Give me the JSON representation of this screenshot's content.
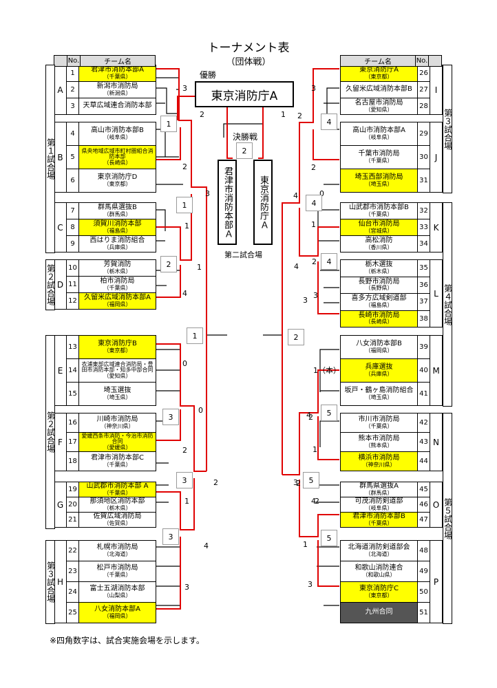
{
  "title": "トーナメント表",
  "subtitle": "（団体戦）",
  "headers": {
    "no": "No.",
    "team": "チーム名"
  },
  "champion": {
    "label": "優勝",
    "team": "東京消防庁A"
  },
  "final": {
    "label": "決勝戦",
    "venue": "2",
    "left": "君津市消防本部Ａ",
    "right": "東京消防庁Ａ",
    "site": "第二試合場"
  },
  "note": "※四角数字は、試合実施会場を示します。",
  "venues_left": [
    "第１試合場",
    "第２試合場",
    "第２試合場",
    "第３試合場"
  ],
  "venues_right": [
    "第３試合場",
    "第４試合場",
    "第５試合場"
  ],
  "left_groups": [
    {
      "g": "A",
      "rows": [
        {
          "no": "1",
          "name": "君津市消防本部A",
          "pref": "（千葉県）",
          "hl": true
        },
        {
          "no": "2",
          "name": "新潟市消防局",
          "pref": "（新潟県）"
        },
        {
          "no": "3",
          "name": "天草広域連合消防本部",
          "pref": ""
        }
      ]
    },
    {
      "g": "B",
      "rows": [
        {
          "no": "4",
          "name": "高山市消防本部B",
          "pref": "（岐阜県）"
        },
        {
          "no": "5",
          "name": "県央地域広域市町村圏組合消防本部",
          "pref": "（長崎県）",
          "hl": true
        },
        {
          "no": "6",
          "name": "東京消防庁D",
          "pref": "（東京都）"
        }
      ]
    },
    {
      "g": "C",
      "rows": [
        {
          "no": "7",
          "name": "群馬県選抜B",
          "pref": "（群馬県）"
        },
        {
          "no": "8",
          "name": "須賀川消防本部",
          "pref": "（福島県）",
          "hl": true
        },
        {
          "no": "9",
          "name": "西はりま消防組合",
          "pref": "（兵庫県）"
        }
      ]
    },
    {
      "g": "D",
      "rows": [
        {
          "no": "10",
          "name": "芳賀消防",
          "pref": "（栃木県）"
        },
        {
          "no": "11",
          "name": "柏市消防局",
          "pref": "（千葉県）"
        },
        {
          "no": "12",
          "name": "久留米広域消防本部A",
          "pref": "（福岡県）",
          "hl": true
        }
      ]
    },
    {
      "g": "E",
      "rows": [
        {
          "no": "13",
          "name": "東京消防庁B",
          "pref": "（東京都）",
          "hl": true
        },
        {
          "no": "14",
          "name": "衣浦東部広域連合消防局・豊田市消防本部・知多中部合同",
          "pref": "（愛知県）"
        },
        {
          "no": "15",
          "name": "埼玉選抜",
          "pref": "（埼玉県）"
        }
      ]
    },
    {
      "g": "F",
      "rows": [
        {
          "no": "16",
          "name": "川崎市消防局",
          "pref": "（神奈川県）"
        },
        {
          "no": "17",
          "name": "愛媛西条市消防・今治市消防合同",
          "pref": "（愛媛県）",
          "hl": true
        },
        {
          "no": "18",
          "name": "君津市消防本部C",
          "pref": "（千葉県）"
        }
      ]
    },
    {
      "g": "G",
      "rows": [
        {
          "no": "19",
          "name": "山武郡市消防本部 A",
          "pref": "（千葉県）",
          "hl": true
        },
        {
          "no": "20",
          "name": "那須地区消防本部",
          "pref": "（栃木県）"
        },
        {
          "no": "21",
          "name": "佐賀広域消防局",
          "pref": "（佐賀県）"
        }
      ]
    },
    {
      "g": "H",
      "rows": [
        {
          "no": "22",
          "name": "札幌市消防局",
          "pref": "（北海道）"
        },
        {
          "no": "23",
          "name": "松戸市消防局",
          "pref": "（千葉県）"
        },
        {
          "no": "24",
          "name": "富士五湖消防本部",
          "pref": "（山梨県）"
        },
        {
          "no": "25",
          "name": "八女消防本部A",
          "pref": "（福岡県）",
          "hl": true
        }
      ]
    }
  ],
  "right_groups": [
    {
      "g": "I",
      "rows": [
        {
          "no": "26",
          "name": "東京消防庁A",
          "pref": "（東京都）",
          "hl": true
        },
        {
          "no": "27",
          "name": "久留米広域消防本部B",
          "pref": ""
        },
        {
          "no": "28",
          "name": "名古屋市消防局",
          "pref": "（愛知県）"
        }
      ]
    },
    {
      "g": "J",
      "rows": [
        {
          "no": "29",
          "name": "高山市消防本部A",
          "pref": "（岐阜県）"
        },
        {
          "no": "30",
          "name": "千葉市消防局",
          "pref": "（千葉県）"
        },
        {
          "no": "31",
          "name": "埼玉西部消防局",
          "pref": "（埼玉県）",
          "hl": true
        }
      ]
    },
    {
      "g": "K",
      "rows": [
        {
          "no": "32",
          "name": "山武郡市消防本部B",
          "pref": "（千葉県）"
        },
        {
          "no": "33",
          "name": "仙台市消防局",
          "pref": "（宮城県）",
          "hl": true
        },
        {
          "no": "34",
          "name": "高松消防",
          "pref": "（香川県）"
        }
      ]
    },
    {
      "g": "L",
      "rows": [
        {
          "no": "35",
          "name": "栃木選抜",
          "pref": "（栃木県）"
        },
        {
          "no": "36",
          "name": "長野市消防局",
          "pref": "（長野県）"
        },
        {
          "no": "37",
          "name": "喜多方広域剣道部",
          "pref": "（福島県）"
        },
        {
          "no": "38",
          "name": "長崎市消防局",
          "pref": "（長崎県）",
          "hl": true
        }
      ]
    },
    {
      "g": "M",
      "rows": [
        {
          "no": "39",
          "name": "八女消防本部B",
          "pref": "（福岡県）"
        },
        {
          "no": "40",
          "name": "兵庫選抜",
          "pref": "（兵庫県）",
          "hl": true
        },
        {
          "no": "41",
          "name": "坂戸・鶴ヶ島消防組合",
          "pref": "（埼玉県）"
        }
      ]
    },
    {
      "g": "N",
      "rows": [
        {
          "no": "42",
          "name": "市川市消防局",
          "pref": "（千葉県）"
        },
        {
          "no": "43",
          "name": "熊本市消防局",
          "pref": "（熊本県）"
        },
        {
          "no": "44",
          "name": "横浜市消防局",
          "pref": "（神奈川県）",
          "hl": true
        }
      ]
    },
    {
      "g": "O",
      "rows": [
        {
          "no": "45",
          "name": "群馬県選抜A",
          "pref": "（群馬県）"
        },
        {
          "no": "46",
          "name": "可茂消防剣道部",
          "pref": "（岐阜県）"
        },
        {
          "no": "47",
          "name": "君津市消防本部B",
          "pref": "（千葉県）",
          "hl": true
        }
      ]
    },
    {
      "g": "P",
      "rows": [
        {
          "no": "48",
          "name": "北海道消防剣道部会",
          "pref": "（北海道）"
        },
        {
          "no": "49",
          "name": "和歌山消防連合",
          "pref": "（和歌山県）"
        },
        {
          "no": "50",
          "name": "東京消防庁C",
          "pref": "（東京都）",
          "hl": true
        },
        {
          "no": "51",
          "name": "九州合同",
          "pref": "",
          "dark": true
        }
      ]
    }
  ],
  "scores": [
    "3",
    "2",
    "2",
    "1",
    "1",
    "4",
    "0",
    "0",
    "2",
    "1",
    "4",
    "3",
    "2",
    "3",
    "1",
    "4",
    "0",
    "2",
    "1",
    "4",
    "1",
    "3",
    "3",
    "1",
    "2",
    "3",
    "2",
    "2（本）",
    "3",
    "1（本）",
    "4",
    "2",
    "2",
    "4",
    "3"
  ],
  "venue_marks": [
    "1",
    "1",
    "2",
    "1",
    "3",
    "3",
    "3",
    "4",
    "4",
    "4",
    "2",
    "5",
    "5",
    "5"
  ]
}
